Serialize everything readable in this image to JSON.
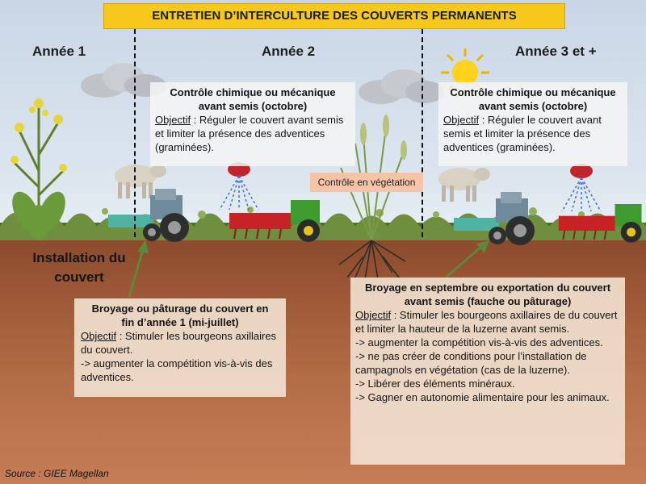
{
  "title": "ENTRETIEN D’INTERCULTURE DES COUVERTS PERMANENTS",
  "years": {
    "year1": "Année 1",
    "year2": "Année 2",
    "year3": "Année 3 et +"
  },
  "installation": {
    "line1": "Installation du",
    "line2": "couvert"
  },
  "box_year2": {
    "heading_line1": "Contrôle chimique ou mécanique",
    "heading_line2": "avant semis (octobre)",
    "objective_label": "Objectif",
    "objective_text": " : Réguler le couvert avant semis et limiter la présence des adventices (graminées)."
  },
  "box_year3": {
    "heading_line1": "Contrôle chimique ou mécanique",
    "heading_line2": "avant semis (octobre)",
    "objective_label": "Objectif",
    "objective_text": " : Réguler le couvert avant semis et limiter la présence des adventices (graminées)."
  },
  "control_vegetation": "Contrôle en végétation",
  "box_broyage1": {
    "heading_line1": "Broyage ou pâturage du couvert en",
    "heading_line2": "fin d’année 1 (mi-juillet)",
    "objective_label": "Objectif",
    "objective_text": " : Stimuler les bourgeons axillaires du couvert.",
    "bullets": [
      "-> augmenter la compétition vis-à-vis des adventices."
    ]
  },
  "box_broyage2": {
    "heading_line1": "Broyage en septembre ou exportation du couvert",
    "heading_line2": "avant semis (fauche ou pâturage)",
    "objective_label": "Objectif",
    "objective_text": " : Stimuler les bourgeons axillaires de du couvert et limiter la hauteur de la luzerne avant semis.",
    "bullets": [
      "-> augmenter la compétition vis-à-vis des adventices.",
      "-> ne pas créer de conditions pour l’installation de campagnols en végétation (cas de la luzerne).",
      "-> Libérer des éléments minéraux.",
      "-> Gagner en autonomie alimentaire pour les animaux."
    ]
  },
  "source": "Source : GIEE Magellan",
  "colors": {
    "title_bg": "#f6c81c",
    "soil": "#9a5635",
    "box_light": "#f4f4f4",
    "box_tan": "#f2e2d1",
    "control_badge": "#f6c3a7",
    "arrow": "#5a8a3a"
  },
  "icons": [
    "sun-icon",
    "cloud-icon",
    "cow-icon",
    "tractor-icon",
    "sprayer-icon",
    "seed-drill-icon",
    "rapeseed-plant-icon",
    "wheat-plant-icon"
  ]
}
